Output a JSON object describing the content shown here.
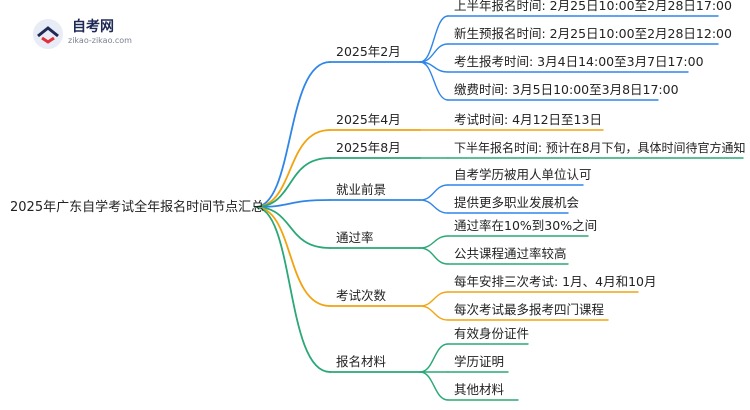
{
  "logo": {
    "title": "自考网",
    "subtitle": "zikao-zikao.com"
  },
  "root": "2025年广东自学考试全年报名时间节点汇总",
  "colors": {
    "blue": "#2f86e8",
    "orange": "#f2a310",
    "green": "#2aa876"
  },
  "branches": [
    {
      "label": "2025年2月",
      "color": "blue",
      "children": [
        "上半年报名时间: 2月25日10:00至2月28日17:00",
        "新生预报名时间: 2月25日10:00至2月28日12:00",
        "考生报考时间: 3月4日14:00至3月7日17:00",
        "缴费时间: 3月5日10:00至3月8日17:00"
      ]
    },
    {
      "label": "2025年4月",
      "color": "orange",
      "children": [
        "考试时间: 4月12日至13日"
      ]
    },
    {
      "label": "2025年8月",
      "color": "green",
      "children": [
        "下半年报名时间: 预计在8月下旬，具体时间待官方通知"
      ]
    },
    {
      "label": "就业前景",
      "color": "blue",
      "children": [
        "自考学历被用人单位认可",
        "提供更多职业发展机会"
      ]
    },
    {
      "label": "通过率",
      "color": "green",
      "children": [
        "通过率在10%到30%之间",
        "公共课程通过率较高"
      ]
    },
    {
      "label": "考试次数",
      "color": "orange",
      "children": [
        "每年安排三次考试: 1月、4月和10月",
        "每次考试最多报考四门课程"
      ]
    },
    {
      "label": "报名材料",
      "color": "green",
      "children": [
        "有效身份证件",
        "学历证明",
        "其他材料"
      ]
    }
  ]
}
